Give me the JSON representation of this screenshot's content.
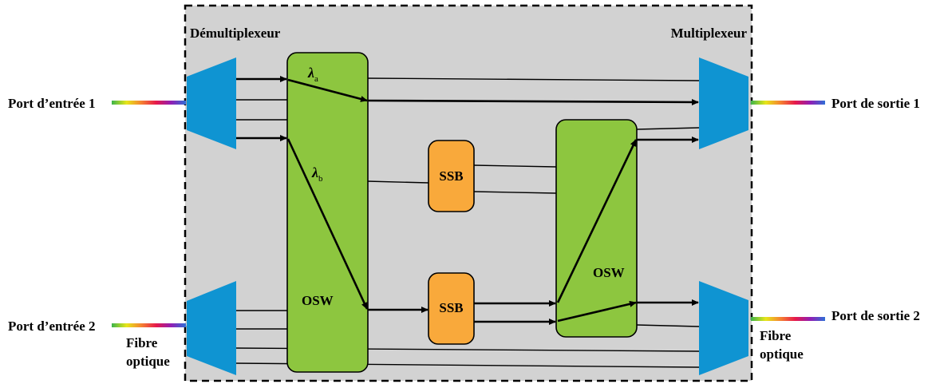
{
  "labels": {
    "demux": "Démultiplexeur",
    "mux": "Multiplexeur",
    "input_port_1": "Port d’entrée 1",
    "input_port_2": "Port d’entrée 2",
    "output_port_1": "Port de sortie 1",
    "output_port_2": "Port de sortie 2",
    "fiber_left_line1": "Fibre",
    "fiber_left_line2": "optique",
    "fiber_right_line1": "Fibre",
    "fiber_right_line2": "optique",
    "osw_left": "OSW",
    "osw_right": "OSW",
    "ssb_top": "SSB",
    "ssb_bottom": "SSB",
    "lambda_a_symbol": "λ",
    "lambda_a_sub": "a",
    "lambda_b_symbol": "λ",
    "lambda_b_sub": "b"
  },
  "colors": {
    "background_panel": "#d2d2d2",
    "mux_blue": "#0f94d2",
    "osw_green": "#8dc63f",
    "ssb_orange": "#f9a93b",
    "line": "#000000"
  }
}
